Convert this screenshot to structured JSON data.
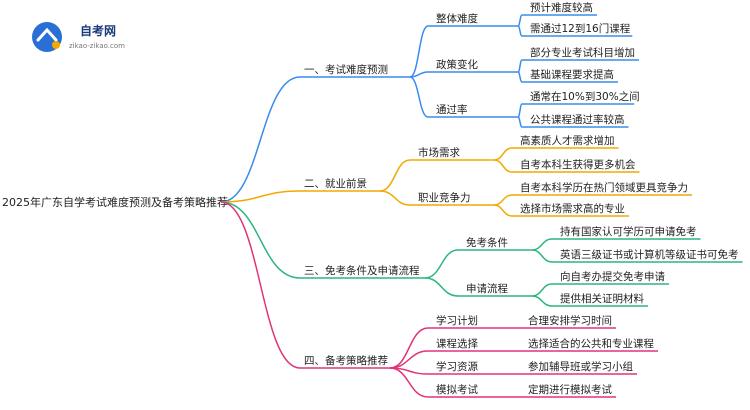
{
  "logo": {
    "title": "自考网",
    "subtitle": "zikao-zikao.com"
  },
  "root": "2025年广东自学考试难度预测及备考策略推荐",
  "branches": [
    {
      "label": "一、考试难度预测",
      "color": "#3b8beb",
      "children": [
        {
          "label": "整体难度",
          "leaves": [
            "预计难度较高",
            "需通过12到16门课程"
          ]
        },
        {
          "label": "政策变化",
          "leaves": [
            "部分专业考试科目增加",
            "基础课程要求提高"
          ]
        },
        {
          "label": "通过率",
          "leaves": [
            "通常在10%到30%之间",
            "公共课程通过率较高"
          ]
        }
      ]
    },
    {
      "label": "二、就业前景",
      "color": "#f2a900",
      "children": [
        {
          "label": "市场需求",
          "leaves": [
            "高素质人才需求增加",
            "自考本科生获得更多机会"
          ]
        },
        {
          "label": "职业竞争力",
          "leaves": [
            "自考本科学历在热门领域更具竞争力",
            "选择市场需求高的专业"
          ]
        }
      ]
    },
    {
      "label": "三、免考条件及申请流程",
      "color": "#2cb67d",
      "children": [
        {
          "label": "免考条件",
          "leaves": [
            "持有国家认可学历可申请免考",
            "英语三级证书或计算机等级证书可免考"
          ]
        },
        {
          "label": "申请流程",
          "leaves": [
            "向自考办提交免考申请",
            "提供相关证明材料"
          ]
        }
      ]
    },
    {
      "label": "四、备考策略推荐",
      "color": "#e0337a",
      "children": [
        {
          "label": "学习计划",
          "leaves": [
            "合理安排学习时间"
          ]
        },
        {
          "label": "课程选择",
          "leaves": [
            "选择适合的公共和专业课程"
          ]
        },
        {
          "label": "学习资源",
          "leaves": [
            "参加辅导班或学习小组"
          ]
        },
        {
          "label": "模拟考试",
          "leaves": [
            "定期进行模拟考试"
          ]
        }
      ]
    }
  ]
}
